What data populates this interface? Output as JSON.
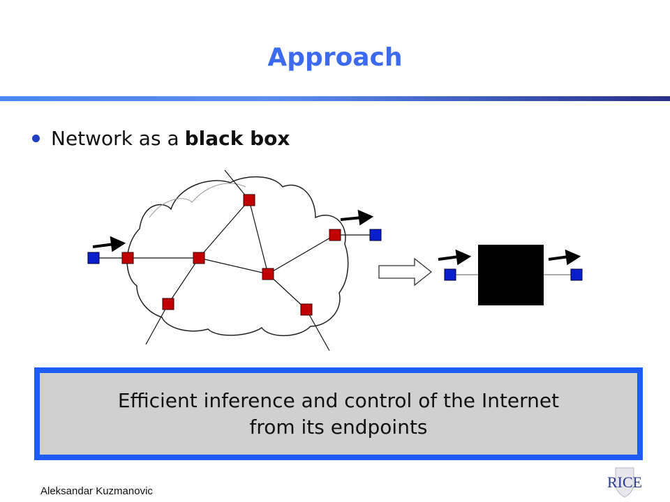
{
  "slide": {
    "title": "Approach",
    "bullet": {
      "prefix": "Network as a",
      "bold": "black box"
    },
    "banner": {
      "line1": "Efficient inference and control of the Internet",
      "line2": "from its endpoints"
    },
    "footer": {
      "author": "Aleksandar Kuzmanovic",
      "logo_text": "RICE"
    }
  },
  "colors": {
    "title": "#3c6bf0",
    "router": "#c00000",
    "endpoint": "#0a1fcc",
    "banner_border": "#1f5cf2",
    "banner_fill": "#d0d0d0",
    "black_box": "#000000"
  }
}
